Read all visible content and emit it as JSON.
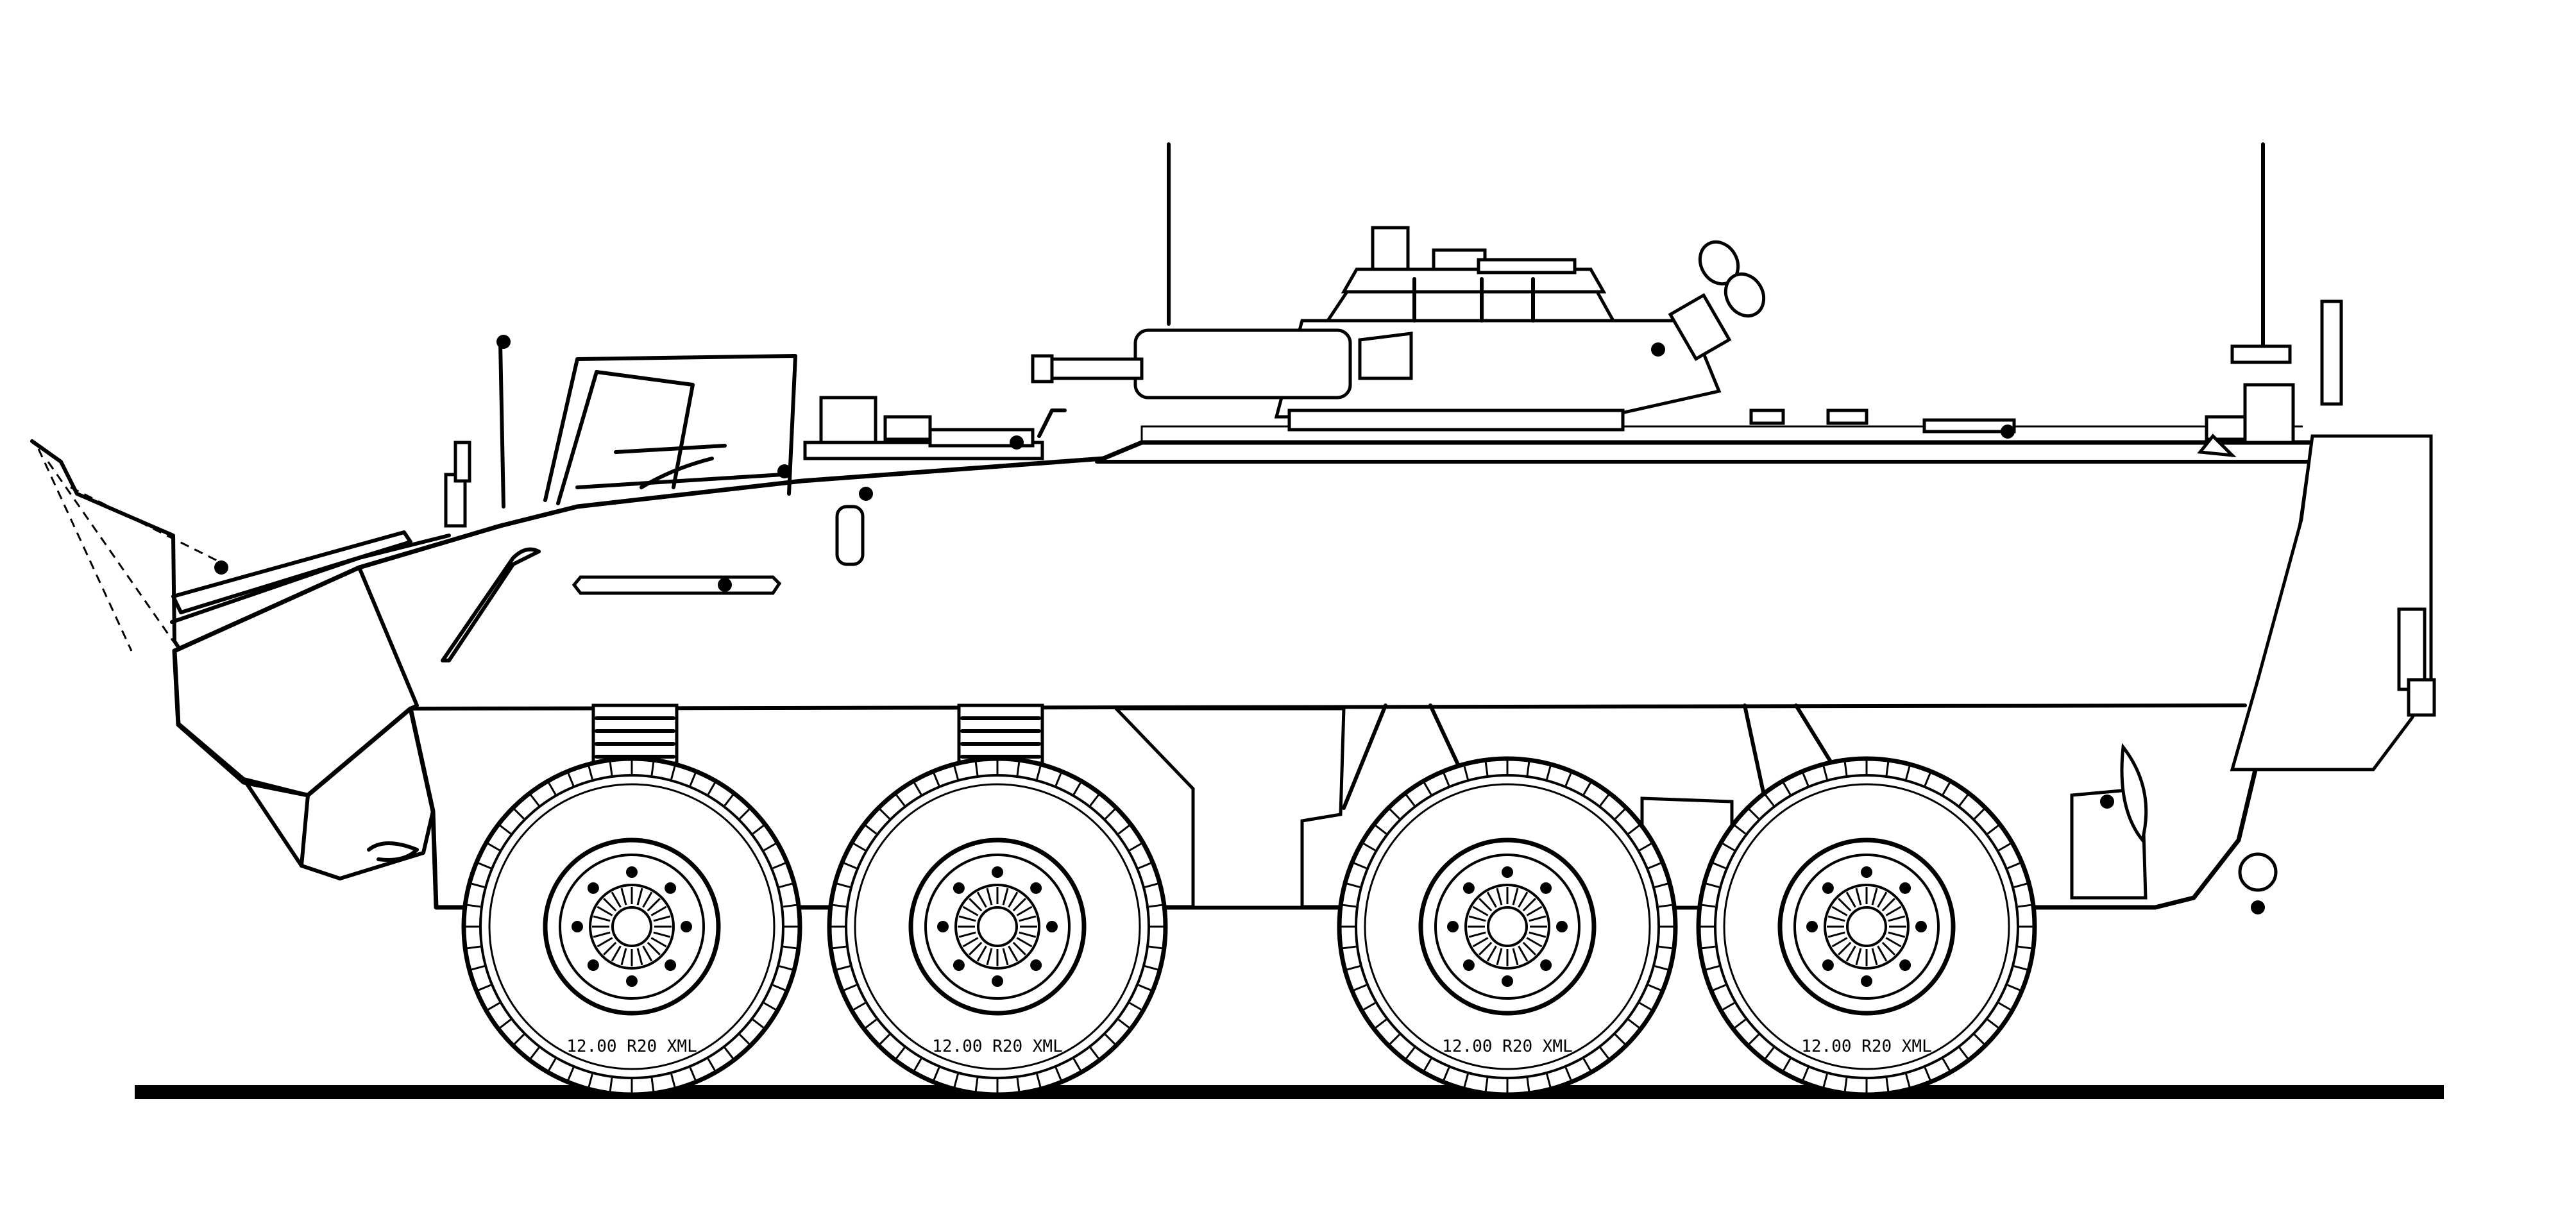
{
  "drawing": {
    "subject": "8x8 wheeled armoured vehicle side view line drawing",
    "colors": {
      "line": "#000000",
      "background": "#ffffff"
    },
    "wheels": [
      {
        "id": "wheel-1",
        "tire_label": "12.00 R20 XML"
      },
      {
        "id": "wheel-2",
        "tire_label": "12.00 R20 XML"
      },
      {
        "id": "wheel-3",
        "tire_label": "12.00 R20 XML"
      },
      {
        "id": "wheel-4",
        "tire_label": "12.00 R20 XML"
      }
    ]
  }
}
